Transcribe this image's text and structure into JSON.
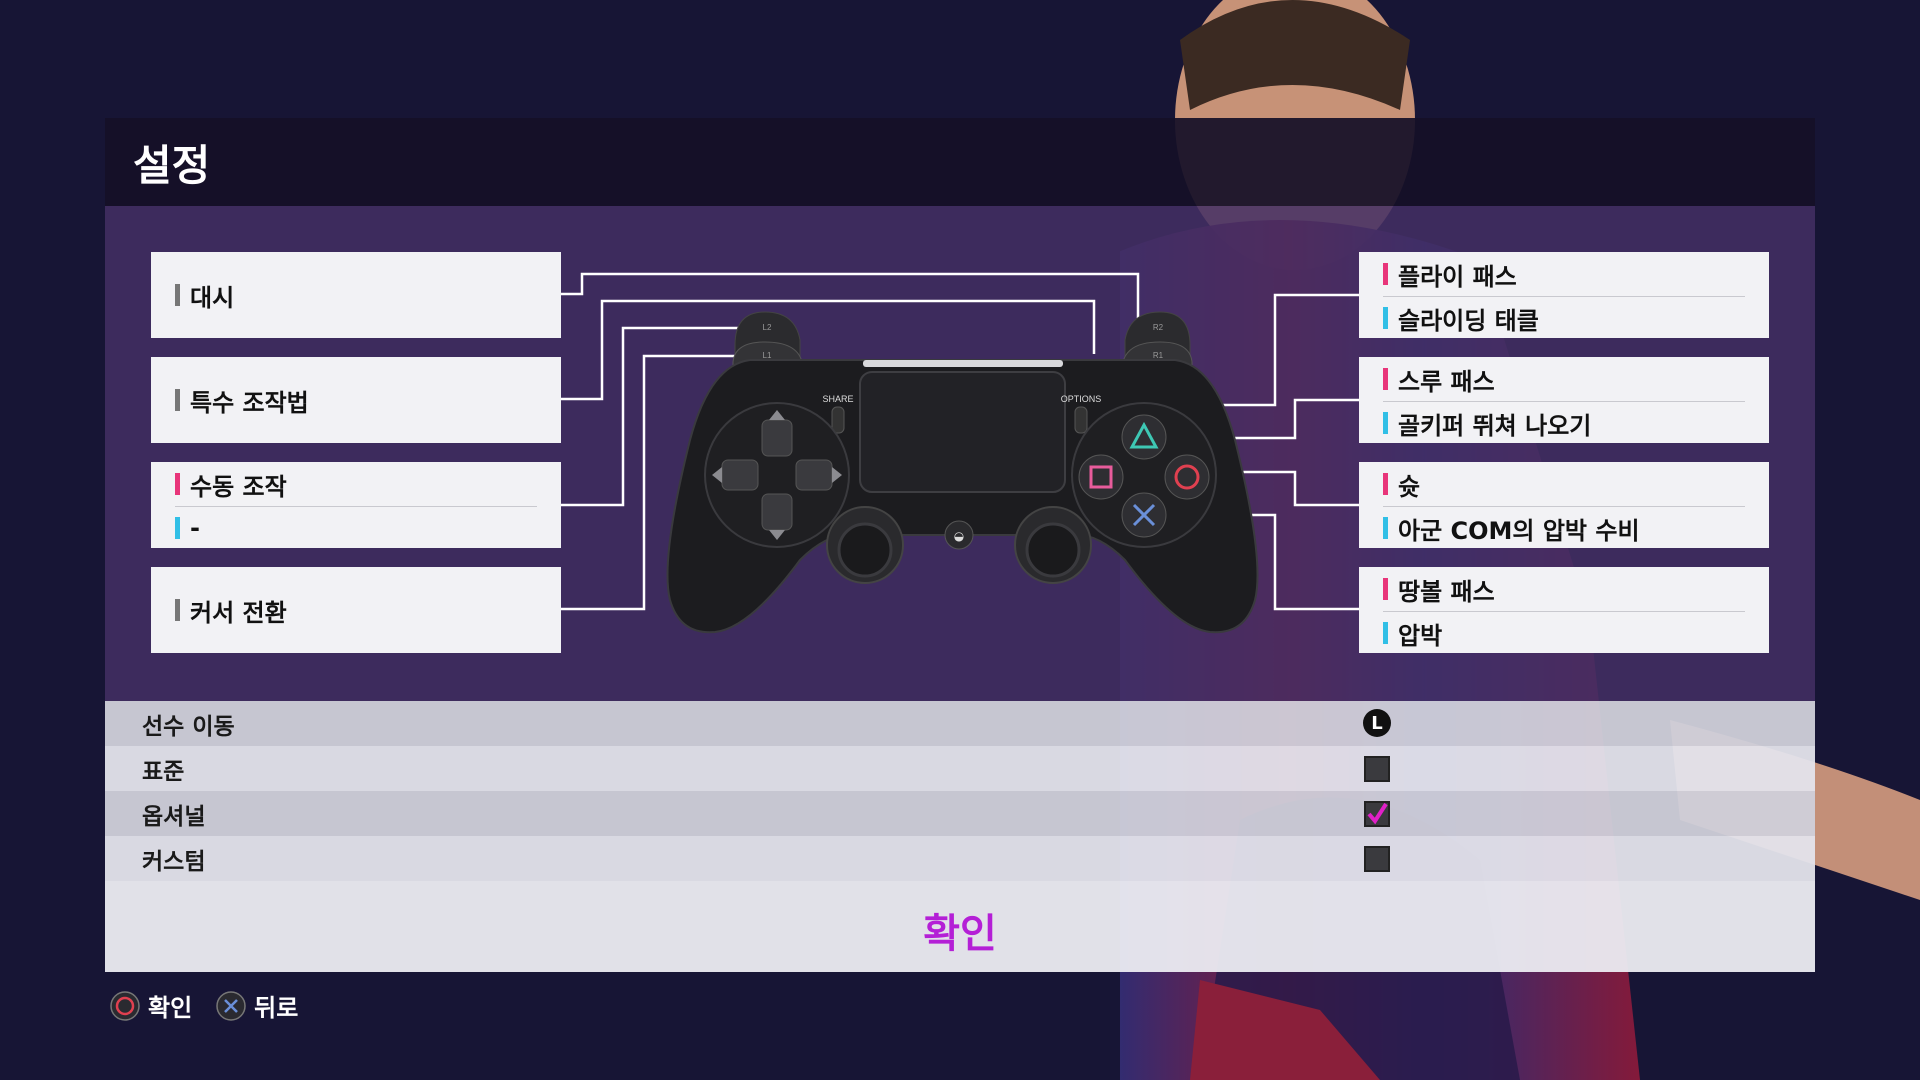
{
  "screen": {
    "title": "설정"
  },
  "left_boxes": [
    {
      "rows": [
        {
          "label": "대시",
          "color": "gray"
        }
      ]
    },
    {
      "rows": [
        {
          "label": "특수 조작법",
          "color": "gray"
        }
      ]
    },
    {
      "rows": [
        {
          "label": "수동 조작",
          "color": "pink"
        },
        {
          "label": "-",
          "color": "cyan"
        }
      ]
    },
    {
      "rows": [
        {
          "label": "커서 전환",
          "color": "gray"
        }
      ]
    }
  ],
  "right_boxes": [
    {
      "rows": [
        {
          "label": "플라이 패스",
          "color": "pink"
        },
        {
          "label": "슬라이딩 태클",
          "color": "cyan"
        }
      ]
    },
    {
      "rows": [
        {
          "label": "스루 패스",
          "color": "pink"
        },
        {
          "label": "골키퍼 뛰쳐 나오기",
          "color": "cyan"
        }
      ]
    },
    {
      "rows": [
        {
          "label": "슛",
          "color": "pink"
        },
        {
          "label": "아군 COM의 압박 수비",
          "color": "cyan"
        }
      ]
    },
    {
      "rows": [
        {
          "label": "땅볼 패스",
          "color": "pink"
        },
        {
          "label": "압박",
          "color": "cyan"
        }
      ]
    }
  ],
  "controller": {
    "share_label": "SHARE",
    "options_label": "OPTIONS",
    "l2": "L2",
    "l1": "L1",
    "r2": "R2",
    "r1": "R1"
  },
  "options": {
    "header": {
      "label": "선수 이동",
      "badge": "L"
    },
    "items": [
      {
        "label": "표준",
        "checked": false
      },
      {
        "label": "옵셔널",
        "checked": true
      },
      {
        "label": "커스텀",
        "checked": false
      }
    ]
  },
  "confirm_button": "확인",
  "footer": {
    "confirm": "확인",
    "back": "뒤로"
  },
  "colors": {
    "accent_pink": "#e8357a",
    "accent_cyan": "#31bfe6",
    "confirm_purple": "#b41fd6",
    "check_magenta": "#e020c8"
  }
}
